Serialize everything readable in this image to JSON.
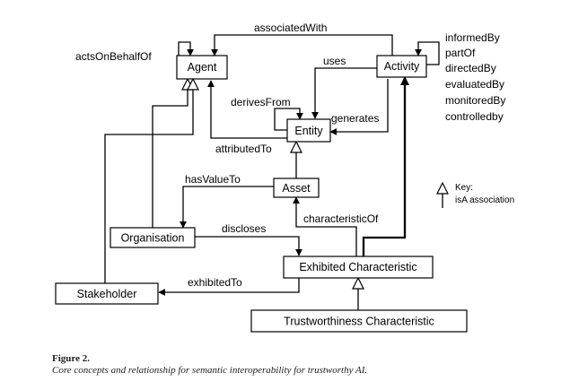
{
  "nodes": {
    "agent": "Agent",
    "activity": "Activity",
    "entity": "Entity",
    "asset": "Asset",
    "organisation": "Organisation",
    "exhibited_characteristic": "Exhibited Characteristic",
    "stakeholder": "Stakeholder",
    "trustworthiness_characteristic": "Trustworthiness Characteristic"
  },
  "relations": {
    "associated_with": "associatedWith",
    "acts_on_behalf_of": "actsOnBehalfOf",
    "uses": "uses",
    "derives_from": "derivesFrom",
    "generates": "generates",
    "attributed_to": "attributedTo",
    "has_value_to": "hasValueTo",
    "discloses": "discloses",
    "characteristic_of": "characteristicOf",
    "exhibited_to": "exhibitedTo"
  },
  "activity_self_relations": [
    "informedBy",
    "partOf",
    "directedBy",
    "evaluatedBy",
    "monitoredBy",
    "controlledby"
  ],
  "key": {
    "title": "Key:",
    "isa": "isA association"
  },
  "caption": {
    "title": "Figure 2.",
    "text": "Core concepts and relationship for semantic interoperability for trustworthy AI."
  }
}
